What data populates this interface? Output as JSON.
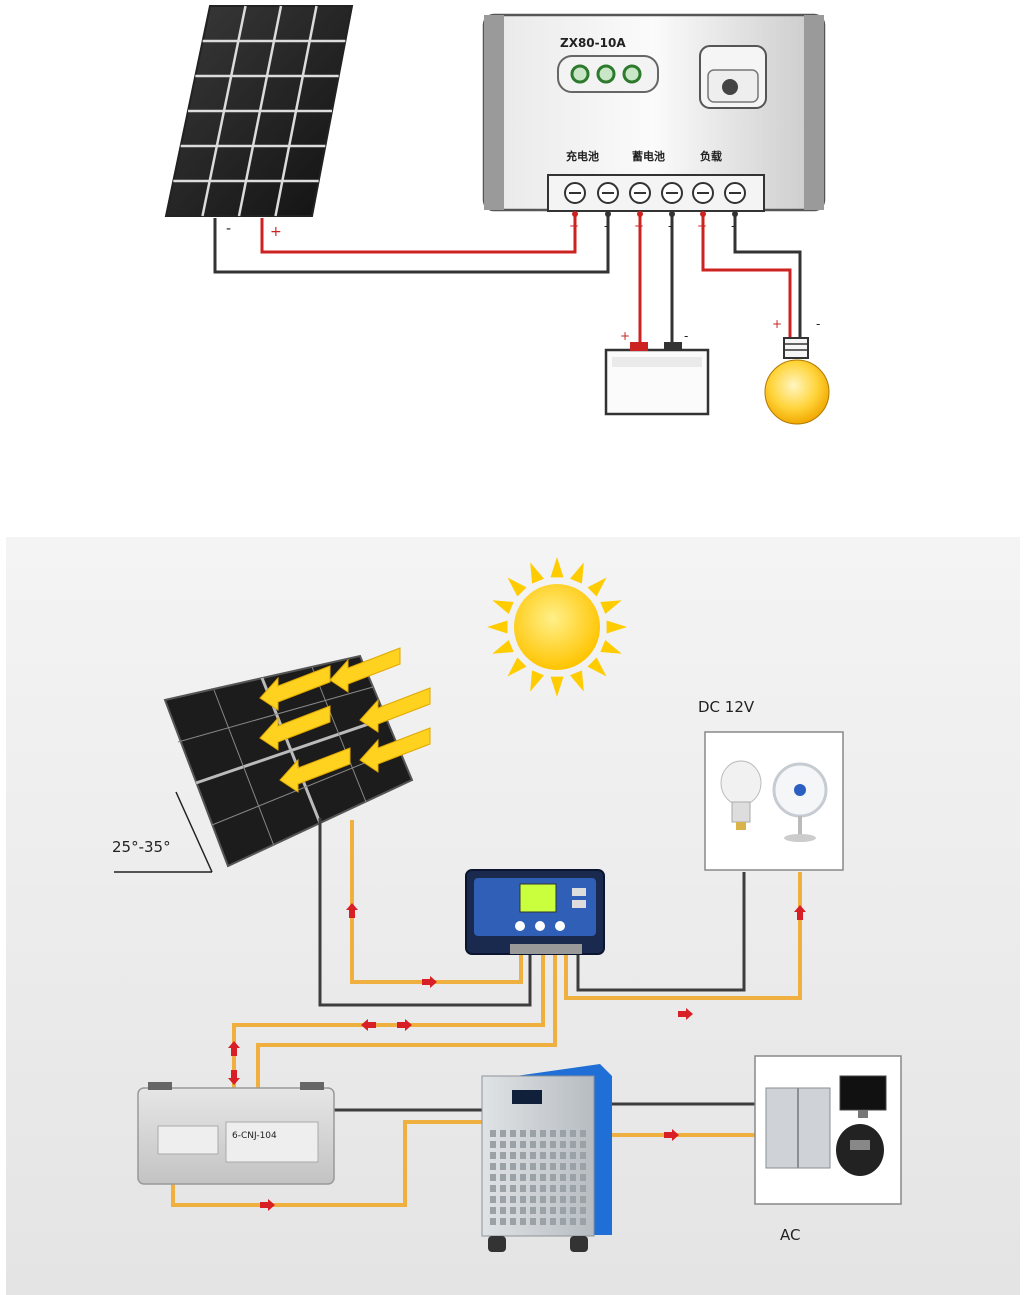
{
  "top_diagram": {
    "controller_model": "ZX80-10A",
    "terminal_labels": [
      "充电池",
      "蓄电池",
      "负载"
    ],
    "panel_polarity": [
      "-",
      "+"
    ],
    "terminal_polarity": [
      "+",
      "-",
      "+",
      "-",
      "+",
      "-"
    ],
    "battery_polarity": [
      "+",
      "-"
    ],
    "lamp_polarity": [
      "+",
      "-"
    ]
  },
  "bottom_diagram": {
    "tilt_angle": "25°-35°",
    "dc_label": "DC 12V",
    "ac_label": "AC",
    "battery_label": "6-CNJ-104"
  },
  "colors": {
    "wire_red": "#cc2222",
    "wire_dark": "#333333",
    "wire_orange": "#f0b040",
    "arrow_red": "#d81f26",
    "sun_yellow": "#ffd21f",
    "inverter_blue": "#1f6fd6"
  }
}
